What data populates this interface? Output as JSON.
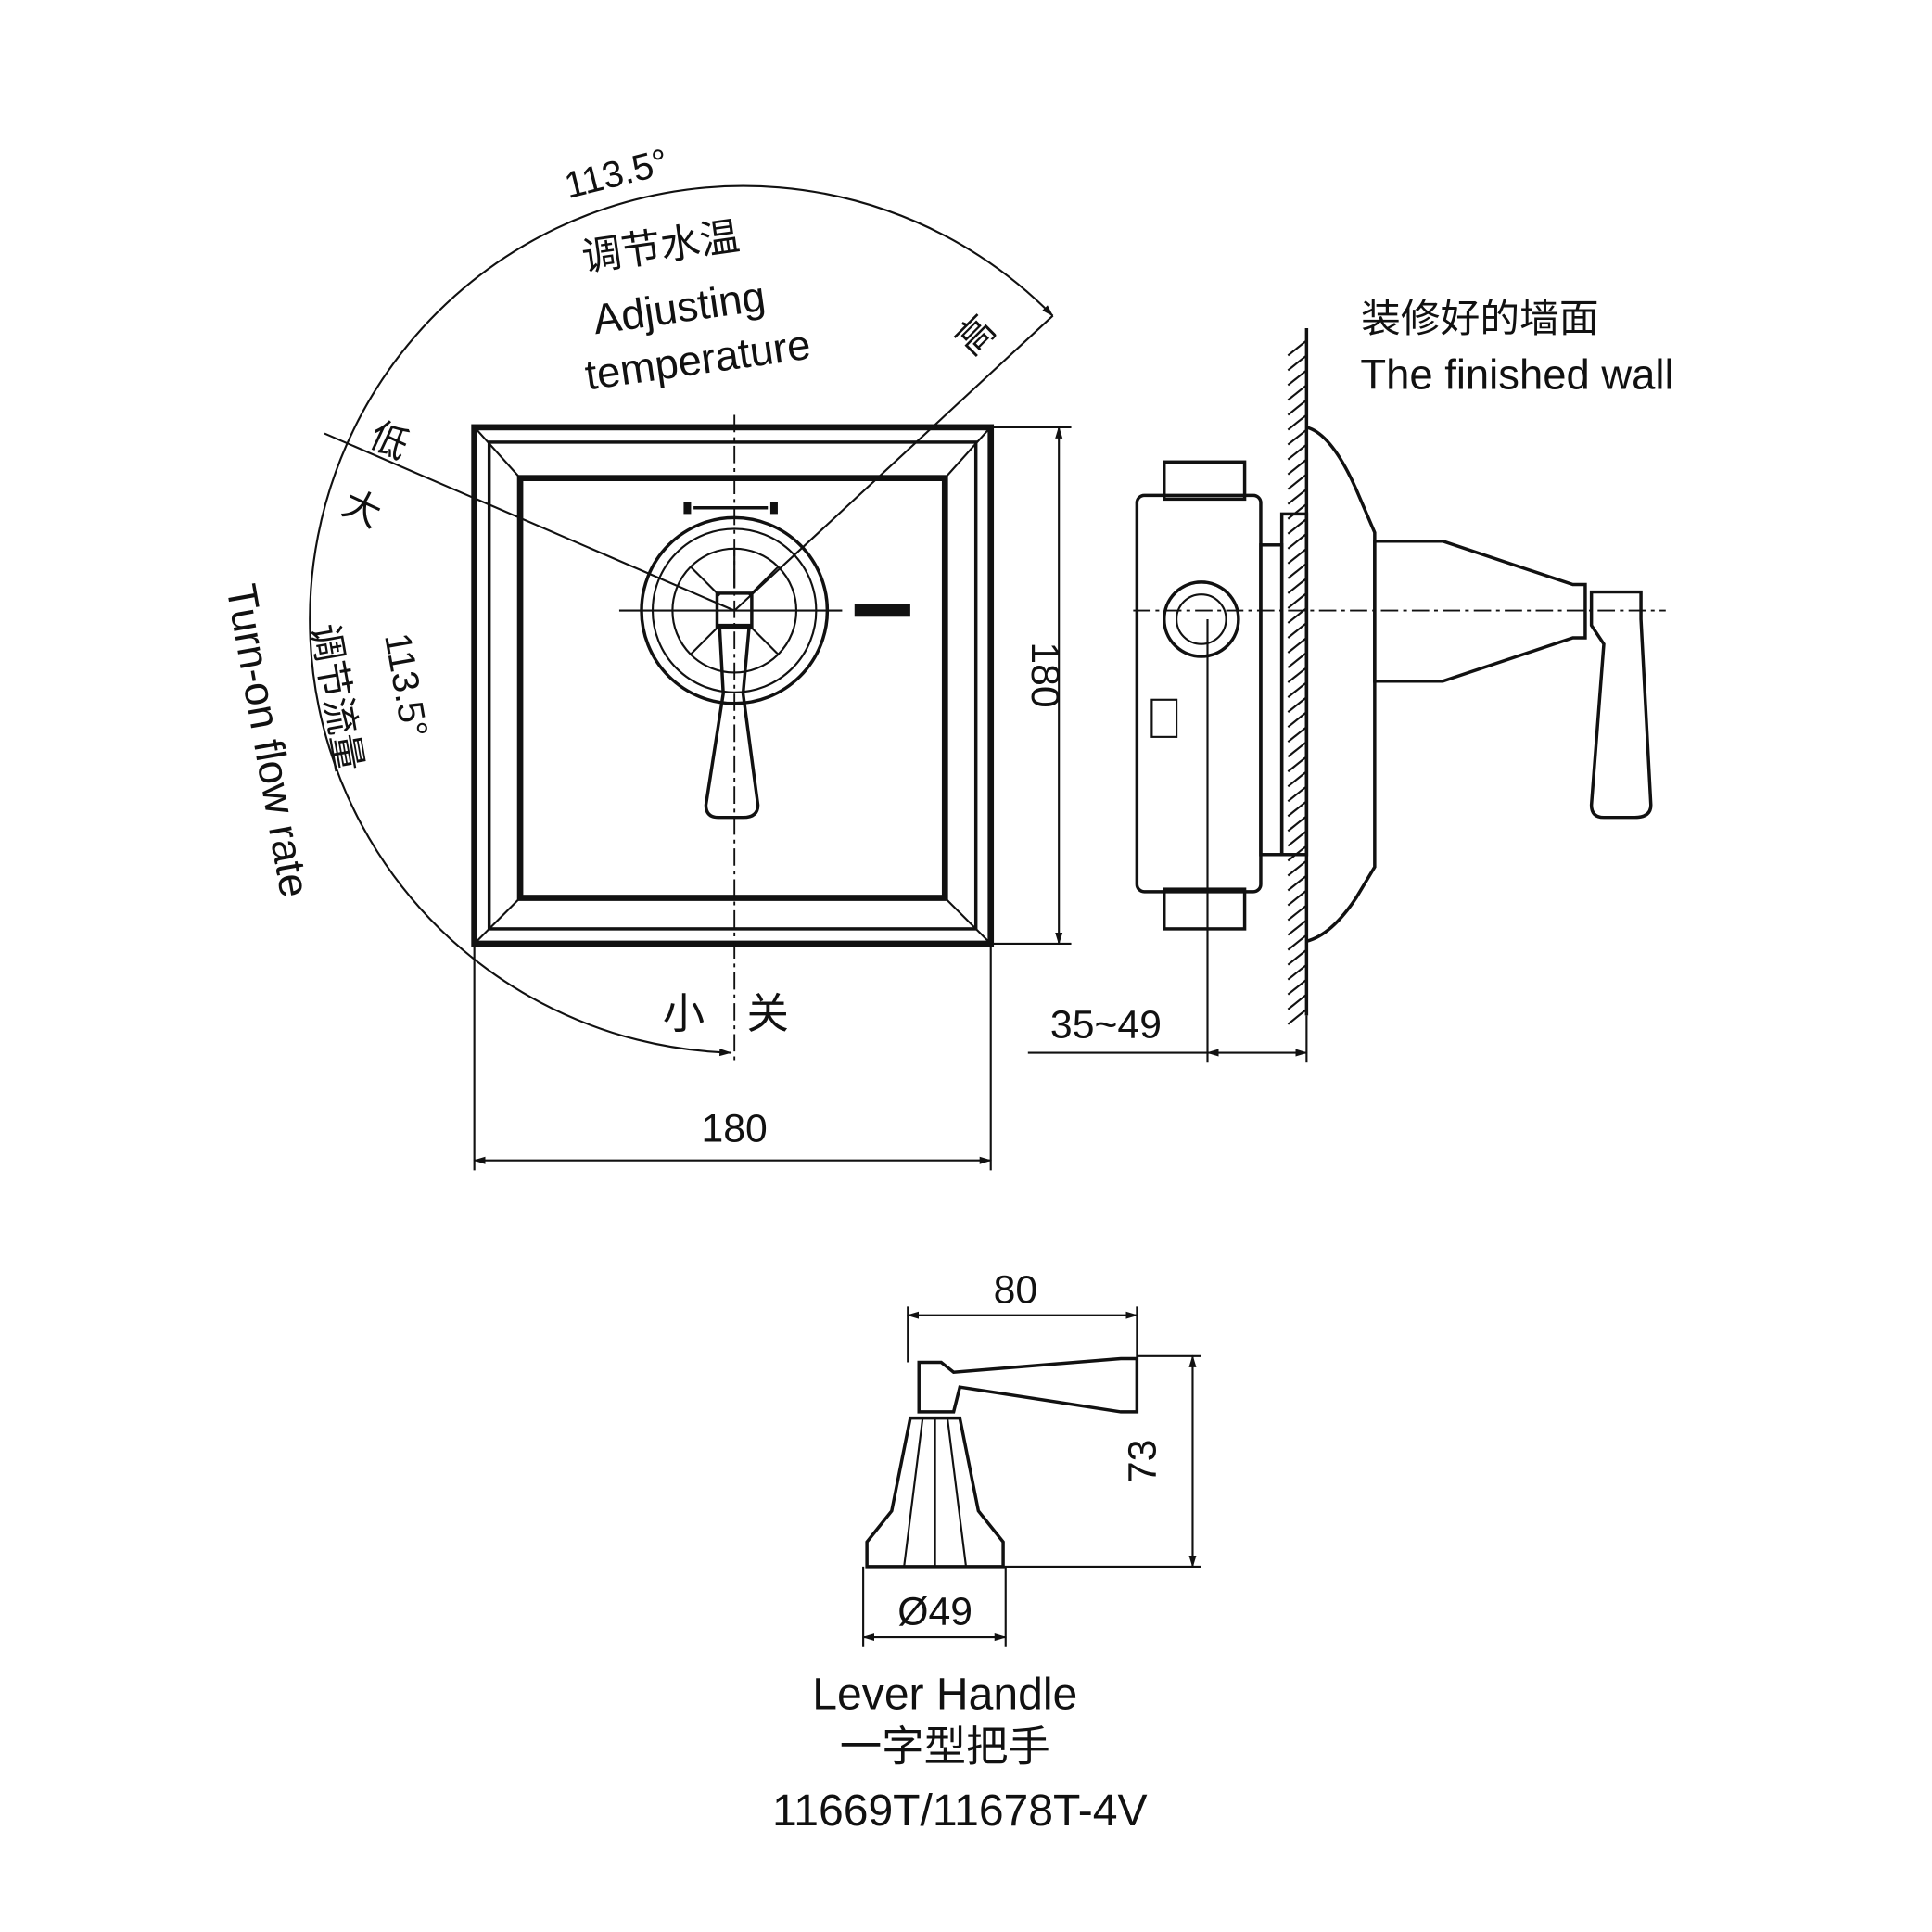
{
  "front_view": {
    "angle_top": "113.5°",
    "label_temp_cn": "调节水温",
    "label_temp_en_1": "Adjusting",
    "label_temp_en_2": "temperature",
    "high": "高",
    "low": "低",
    "large": "大",
    "angle_left": "113.5°",
    "label_flow_cn": "调节流量",
    "label_flow_en": "Turn-on flow rate",
    "small": "小",
    "off": "关",
    "dim_height": "180",
    "dim_width": "180"
  },
  "side_view": {
    "wall_cn": "装修好的墙面",
    "wall_en": "The finished wall",
    "dim_depth": "35~49"
  },
  "handle_view": {
    "dim_length": "80",
    "dim_height": "73",
    "dim_diameter": "Ø49",
    "title_en": "Lever Handle",
    "title_cn": "一字型把手",
    "model": "11669T/11678T-4V"
  }
}
